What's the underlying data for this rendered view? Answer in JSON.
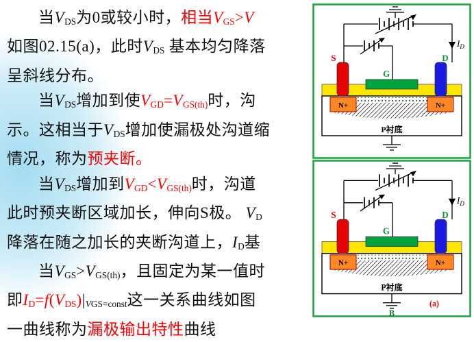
{
  "colors": {
    "accent_red": "#ff0000",
    "diagram_border_green": "#18a43c",
    "gate_green": "#00a33c",
    "oxide_yellow": "#ffe600",
    "source_red": "#e60000",
    "drain_blue": "#1a1ae0",
    "nplus_orange": "#ff8822",
    "blob_cyan": "#7dcdeb"
  },
  "text": {
    "lines": [
      {
        "indent": true,
        "segments": [
          {
            "t": "当"
          },
          {
            "t": "V",
            "i": true
          },
          {
            "t": "DS",
            "sub": true
          },
          {
            "t": "为0或较小时，"
          },
          {
            "t": "相当",
            "c": "red"
          },
          {
            "t": "V",
            "i": true,
            "c": "red"
          },
          {
            "t": "GS",
            "sub": true,
            "c": "red"
          },
          {
            "t": ">",
            "c": "red"
          },
          {
            "t": "V",
            "i": true,
            "c": "red"
          }
        ]
      },
      {
        "segments": [
          {
            "t": "如图02.15(a)，此时"
          },
          {
            "t": "V",
            "i": true
          },
          {
            "t": "DS",
            "sub": true
          },
          {
            "t": " 基本均匀降落"
          }
        ]
      },
      {
        "segments": [
          {
            "t": "呈斜线分布。"
          }
        ]
      },
      {
        "indent": true,
        "segments": [
          {
            "t": "当"
          },
          {
            "t": "V",
            "i": true
          },
          {
            "t": "DS",
            "sub": true
          },
          {
            "t": "增加到使"
          },
          {
            "t": "V",
            "i": true,
            "c": "red"
          },
          {
            "t": "GD",
            "sub": true,
            "c": "red"
          },
          {
            "t": "=",
            "c": "red"
          },
          {
            "t": "V",
            "i": true,
            "c": "red"
          },
          {
            "t": "GS(th)",
            "sub": true,
            "c": "red"
          },
          {
            "t": "时，沟"
          }
        ]
      },
      {
        "segments": [
          {
            "t": "示。这相当于"
          },
          {
            "t": "V",
            "i": true
          },
          {
            "t": "DS",
            "sub": true
          },
          {
            "t": "增加使漏极处沟道缩"
          }
        ]
      },
      {
        "segments": [
          {
            "t": "情况，称为"
          },
          {
            "t": "预夹断",
            "c": "red"
          },
          {
            "t": "。",
            "c": "red"
          }
        ]
      },
      {
        "indent": true,
        "segments": [
          {
            "t": "当"
          },
          {
            "t": "V",
            "i": true
          },
          {
            "t": "DS",
            "sub": true
          },
          {
            "t": "增加到"
          },
          {
            "t": "V",
            "i": true,
            "c": "red"
          },
          {
            "t": "GD",
            "sub": true,
            "c": "red"
          },
          {
            "t": "<",
            "c": "red"
          },
          {
            "t": "V",
            "i": true,
            "c": "red"
          },
          {
            "t": "GS(th)",
            "sub": true,
            "c": "red"
          },
          {
            "t": "时，沟道"
          }
        ]
      },
      {
        "segments": [
          {
            "t": "此时预夹断区域加长，伸向S极。 "
          },
          {
            "t": "V",
            "i": true
          },
          {
            "t": "D",
            "sub": true
          }
        ]
      },
      {
        "segments": [
          {
            "t": "降落在随之加长的夹断沟道上，"
          },
          {
            "t": "I",
            "i": true
          },
          {
            "t": "D",
            "sub": true
          },
          {
            "t": "基"
          }
        ]
      },
      {
        "indent": true,
        "segments": [
          {
            "t": "当"
          },
          {
            "t": "V",
            "i": true
          },
          {
            "t": "GS",
            "sub": true
          },
          {
            "t": ">"
          },
          {
            "t": "V",
            "i": true
          },
          {
            "t": "GS(th)",
            "sub": true
          },
          {
            "t": "，且固定为某一值时"
          }
        ]
      },
      {
        "segments": [
          {
            "t": "即"
          },
          {
            "t": "I",
            "i": true,
            "c": "red"
          },
          {
            "t": "D",
            "sub": true,
            "c": "red"
          },
          {
            "t": "=",
            "c": "red"
          },
          {
            "t": "f",
            "i": true,
            "c": "red"
          },
          {
            "t": "(",
            "c": "red"
          },
          {
            "t": "V",
            "i": true,
            "c": "red"
          },
          {
            "t": "DS",
            "sub": true,
            "c": "red"
          },
          {
            "t": ")",
            "c": "red"
          },
          {
            "t": "|"
          },
          {
            "t": "V",
            "i": true,
            "sub": true
          },
          {
            "t": "GS=const",
            "sub": true
          },
          {
            "t": "这一关系曲线如图"
          }
        ]
      },
      {
        "segments": [
          {
            "t": "一曲线称为"
          },
          {
            "t": "漏极输出特性",
            "c": "red"
          },
          {
            "t": "曲线"
          }
        ]
      }
    ]
  },
  "diagrams": [
    {
      "s": "S",
      "g": "G",
      "d": "D",
      "i": "I",
      "i_sub": "D",
      "n_left": "N+",
      "n_right": "N+",
      "substrate": "P衬底"
    },
    {
      "s": "S",
      "g": "G",
      "d": "D",
      "i": "I",
      "i_sub": "D",
      "n_left": "N+",
      "n_right": "N+",
      "substrate": "P衬底",
      "b": "B",
      "fig": "(a)"
    }
  ]
}
